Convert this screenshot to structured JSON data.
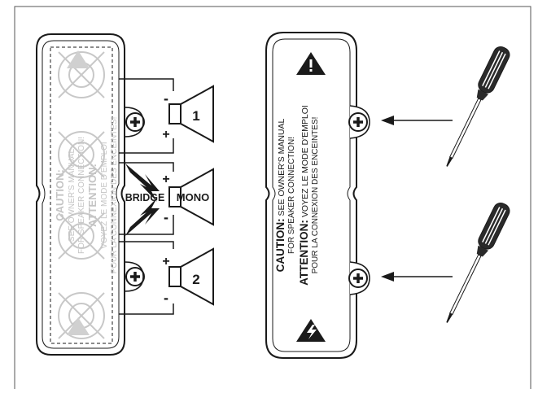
{
  "speakers": [
    {
      "label": "1",
      "plus": "+",
      "minus": "-"
    },
    {
      "label": "MONO",
      "plus": "+",
      "minus": "-"
    },
    {
      "label": "2",
      "plus": "+",
      "minus": "-"
    }
  ],
  "bridge_label": "BRIDGE",
  "caution_panel": {
    "caution_word": "CAUTION:",
    "caution_line1": "SEE OWNER'S MANUAL",
    "caution_line2": "FOR SPEAKER CONNECTION!",
    "attention_word": "ATTENTION:",
    "attention_line1": "VOYEZ LE MODE D'EMPLOI",
    "attention_line2": "POUR LA CONNEXION DES ENCEINTES!",
    "warning_icon_top": "exclamation-warning-icon",
    "warning_icon_bottom": "lightning-warning-icon"
  },
  "colors": {
    "line": "#1a1a1a",
    "watermark": "#c4c4c4",
    "screwdriver_handle": "#2a2a2a"
  }
}
